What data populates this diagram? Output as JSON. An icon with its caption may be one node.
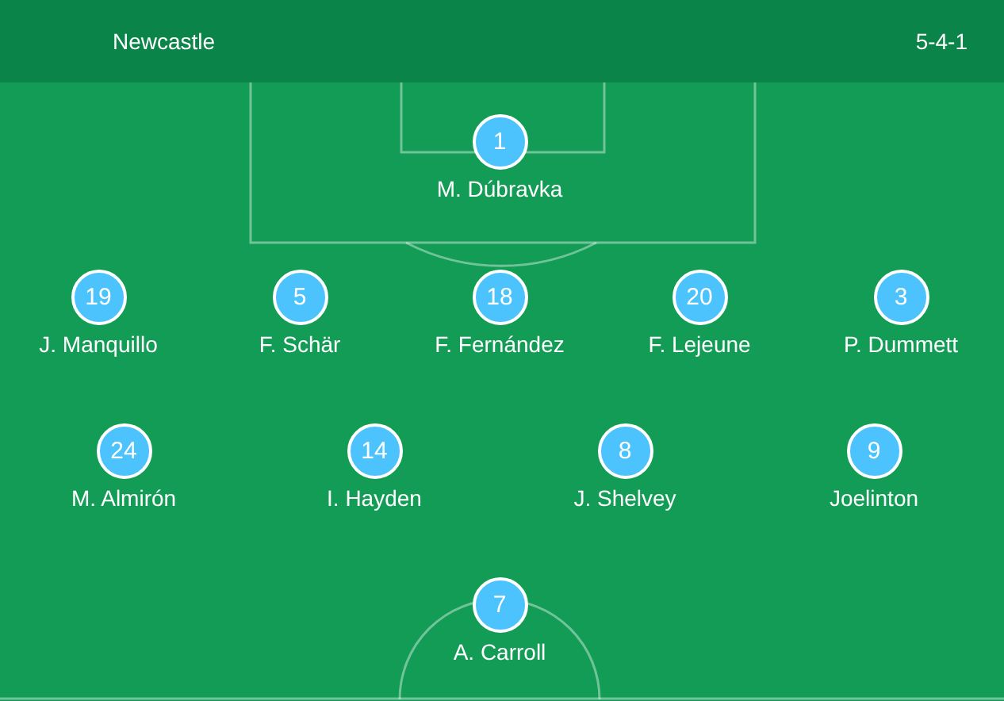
{
  "diagram": {
    "title": "Newcastle",
    "nodes": [
      {
        "text": [
          "1"
        ],
        "beside": [
          "M. Dúbravka"
        ]
      },
      {
        "text": [
          "19"
        ],
        "beside": [
          "J. Manquillo"
        ]
      },
      {
        "text": [
          "5"
        ],
        "beside": [
          "F. Schär"
        ]
      },
      {
        "text": [
          "18"
        ],
        "beside": [
          "F. Fernández"
        ]
      },
      {
        "text": [
          "20"
        ],
        "beside": [
          "F. Lejeune"
        ]
      },
      {
        "text": [
          "3"
        ],
        "beside": [
          "P. Dummett"
        ]
      },
      {
        "text": [
          "24"
        ],
        "beside": [
          "M. Almirón"
        ]
      },
      {
        "text": [
          "14"
        ],
        "beside": [
          "I. Hayden"
        ]
      },
      {
        "text": [
          "8"
        ],
        "beside": [
          "J. Shelvey"
        ]
      },
      {
        "text": [
          "9"
        ],
        "beside": [
          "Joelinton"
        ]
      },
      {
        "text": [
          "7"
        ],
        "beside": [
          "A. Carroll"
        ]
      }
    ],
    "labels": [
      "5-4-1"
    ]
  }
}
